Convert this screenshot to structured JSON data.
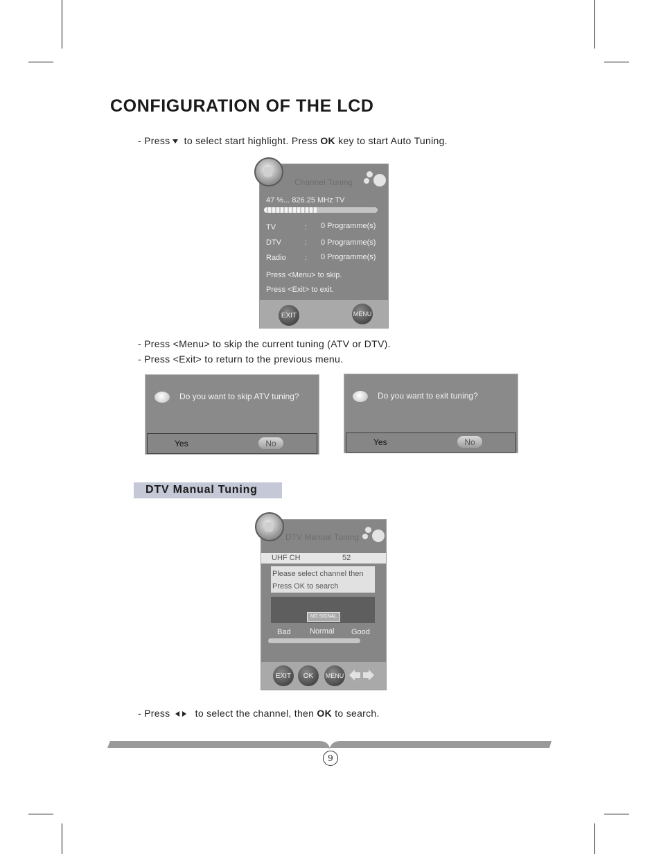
{
  "page": {
    "title": "CONFIGURATION OF THE LCD",
    "page_number": "9"
  },
  "instructions": {
    "line1_a": "- Press",
    "line1_b": "to select start  highlight. Press",
    "line1_ok": "OK",
    "line1_c": "key to start Auto Tuning.",
    "line2": "- Press <Menu> to skip the current tuning (ATV or DTV).",
    "line3": "- Press <Exit> to return to the previous menu.",
    "line4_a": "- Press",
    "line4_b": "to select the channel, then",
    "line4_ok": "OK",
    "line4_c": "to search."
  },
  "channel_tuning": {
    "title": "Channel Tuning",
    "progress_text": "47 %... 826.25 MHz TV",
    "progress_fraction": 0.47,
    "rows": [
      {
        "label": "TV",
        "sep": ":",
        "value": "0 Programme(s)"
      },
      {
        "label": "DTV",
        "sep": ":",
        "value": "0 Programme(s)"
      },
      {
        "label": "Radio",
        "sep": ":",
        "value": "0 Programme(s)"
      }
    ],
    "hint_menu": "Press <Menu> to skip.",
    "hint_exit": "Press <Exit> to exit.",
    "btn_exit": "EXIT",
    "btn_menu": "MENU"
  },
  "dialog_skip": {
    "question": "Do you want to skip ATV tuning?",
    "yes": "Yes",
    "no": "No"
  },
  "dialog_exit": {
    "question": "Do you want to exit tuning?",
    "yes": "Yes",
    "no": "No"
  },
  "section": {
    "label": "DTV Manual Tuning"
  },
  "dtv_manual": {
    "title": "DTV Manual Tuning",
    "band": "UHF  CH",
    "channel": "52",
    "hint_line1": "Please select channel then",
    "hint_line2": "Press OK to search",
    "signal_status": "NO SIGNAL",
    "quality_bad": "Bad",
    "quality_normal": "Normal",
    "quality_good": "Good",
    "btn_exit": "EXIT",
    "btn_ok": "OK",
    "btn_menu": "MENU"
  },
  "colors": {
    "screen_bg": "#868686",
    "section_tag_bg": "#c5c8d6"
  }
}
